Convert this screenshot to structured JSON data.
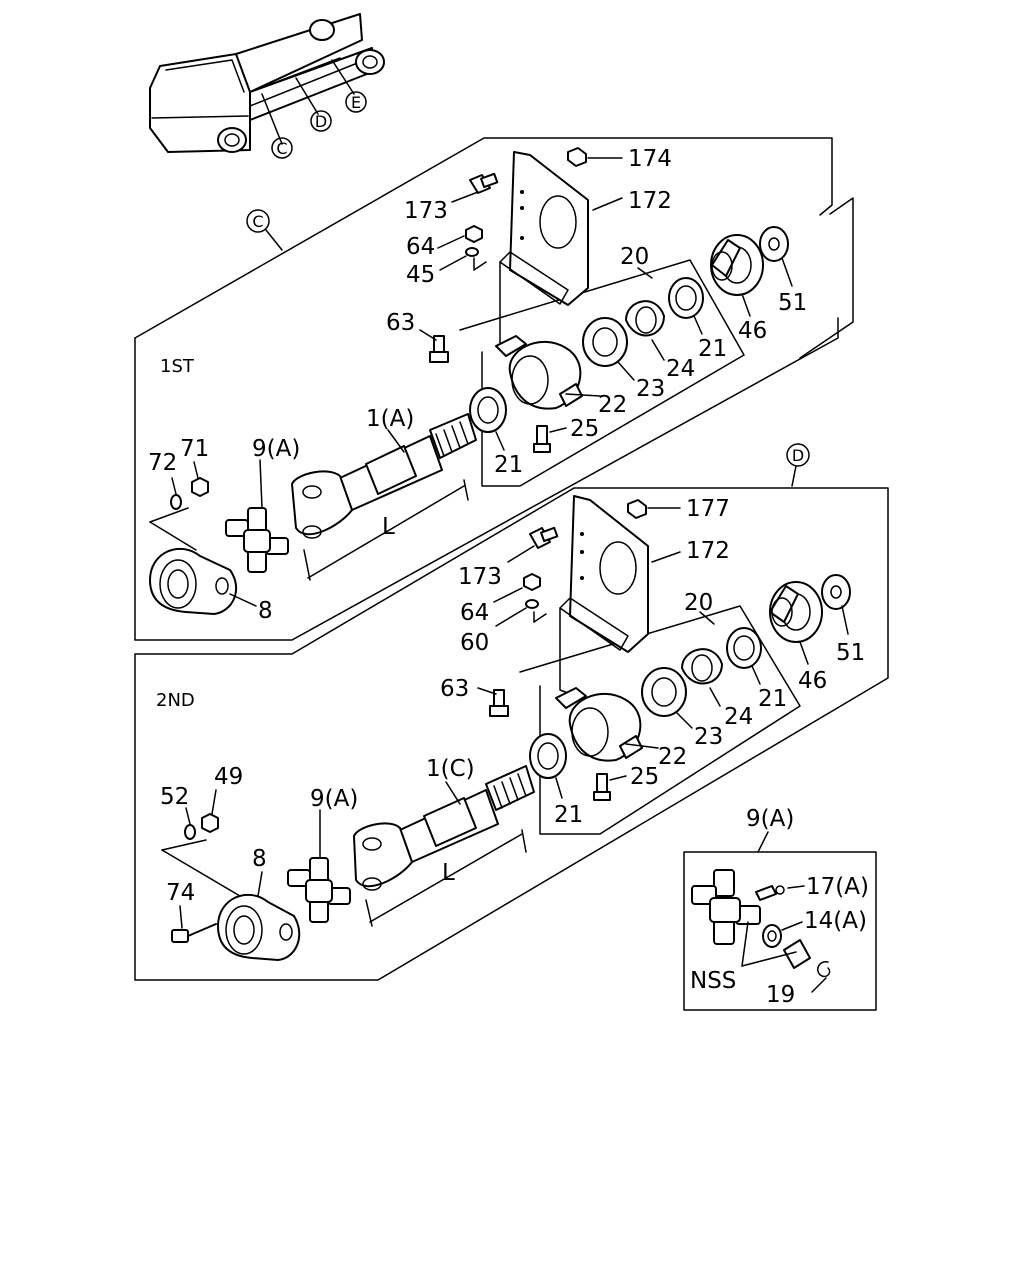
{
  "callouts": {
    "c": "C",
    "d": "D",
    "e": "E"
  },
  "sections": {
    "first": "1ST",
    "second": "2ND"
  },
  "first": {
    "p174": "174",
    "p173": "173",
    "p172": "172",
    "p64": "64",
    "p45": "45",
    "p20": "20",
    "p51": "51",
    "p46": "46",
    "p63": "63",
    "p21a": "21",
    "p24": "24",
    "p23": "23",
    "p22": "22",
    "p25": "25",
    "p21b": "21",
    "p1": "1(A)",
    "p9": "9(A)",
    "p71": "71",
    "p72": "72",
    "pL": "L",
    "p8": "8"
  },
  "second": {
    "p177": "177",
    "p172": "172",
    "p173": "173",
    "p64": "64",
    "p60": "60",
    "p20": "20",
    "p51": "51",
    "p46": "46",
    "p63": "63",
    "p21a": "21",
    "p24": "24",
    "p23": "23",
    "p22": "22",
    "p25": "25",
    "p21b": "21",
    "p1": "1(C)",
    "p9": "9(A)",
    "p49": "49",
    "p52": "52",
    "p8": "8",
    "p74": "74",
    "pL": "L"
  },
  "detail": {
    "title": "9(A)",
    "p17": "17(A)",
    "p14": "14(A)",
    "nss": "NSS",
    "p19": "19"
  }
}
